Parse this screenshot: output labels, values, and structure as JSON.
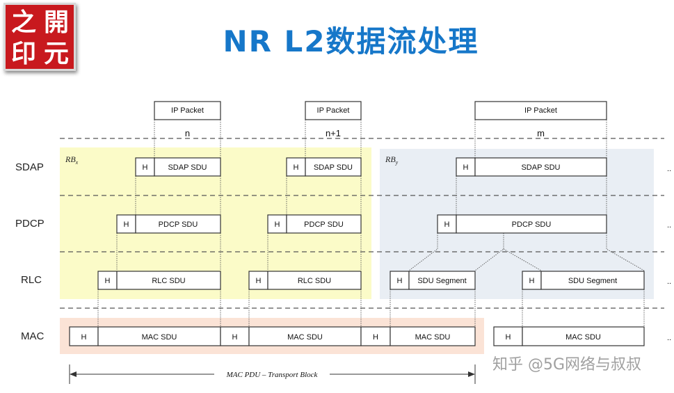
{
  "logo": {
    "chars": [
      "之",
      "開",
      "印",
      "元"
    ]
  },
  "title": "NR L2数据流处理",
  "layers": [
    "SDAP",
    "PDCP",
    "RLC",
    "MAC"
  ],
  "rb_x": "RB",
  "rb_x_sub": "x",
  "rb_y": "RB",
  "rb_y_sub": "y",
  "ip_packet": "IP Packet",
  "flows": [
    "n",
    "n+1",
    "m"
  ],
  "h": "H",
  "sdap_sdu": "SDAP SDU",
  "pdcp_sdu": "PDCP SDU",
  "rlc_sdu": "RLC SDU",
  "sdu_segment": "SDU Segment",
  "mac_sdu": "MAC SDU",
  "transport_block": "MAC PDU – Transport Block",
  "watermark": "知乎 @5G网络与叔叔",
  "ellipsis": "..",
  "colors": {
    "rbx_bg": "#fbfbc8",
    "rby_bg": "#e9eef4",
    "mac_bg": "#fbe3d6",
    "title": "#1677c9",
    "logo": "#c8191e"
  }
}
